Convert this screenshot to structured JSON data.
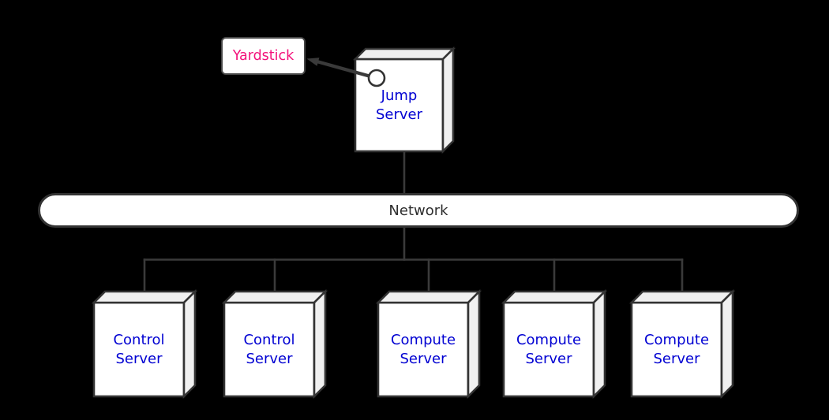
{
  "diagram": {
    "kind": "deployment-topology-diagram",
    "colors": {
      "bg": "#000000",
      "line": "#3a3a3a",
      "border": "#333333",
      "front": "#ffffff",
      "side": "#f0f0f0",
      "blue": "#0000d2",
      "pink": "#f3127b",
      "dark": "#2e2e2e",
      "yardstick_border": "#474747"
    },
    "yardstick": {
      "label": "Yardstick"
    },
    "network": {
      "label": "Network"
    },
    "nodes": [
      {
        "id": "jump-server",
        "label": "Jump Server"
      },
      {
        "id": "control-server-1",
        "label": "Control Server"
      },
      {
        "id": "control-server-2",
        "label": "Control Server"
      },
      {
        "id": "compute-server-1",
        "label": "Compute Server"
      },
      {
        "id": "compute-server-2",
        "label": "Compute Server"
      },
      {
        "id": "compute-server-3",
        "label": "Compute Server"
      }
    ]
  }
}
